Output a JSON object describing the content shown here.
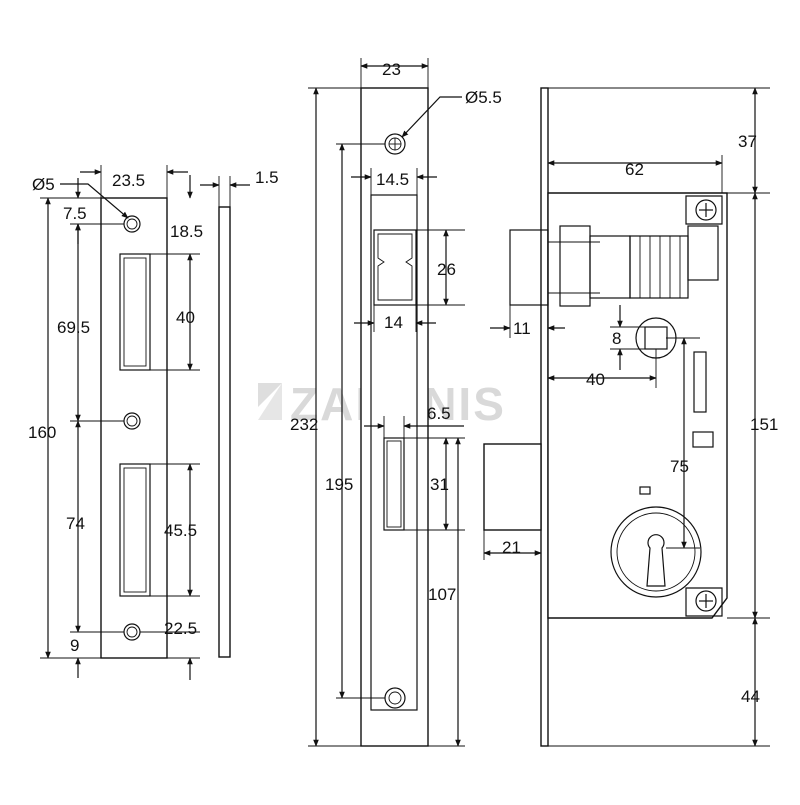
{
  "watermark": "ZALONIS",
  "strike_plate": {
    "dims": {
      "hole": "Ø5",
      "width": "23.5",
      "thickness": "1.5",
      "top_hole_offset": "7.5",
      "top_to_slot": "18.5",
      "upper_slot": "40",
      "upper_span": "69.5",
      "total_height": "160",
      "lower_span": "74",
      "lower_slot": "45.5",
      "bottom_hole_offset": "9",
      "bottom_to_slot": "22.5"
    }
  },
  "faceplate": {
    "dims": {
      "width": "23",
      "hole": "Ø5.5",
      "inner_width": "14.5",
      "latch_height": "26",
      "latch_width": "14",
      "total_height": "232",
      "hole_spacing": "195",
      "bolt_width": "6.5",
      "bolt_height": "31",
      "bolt_to_bottom": "107"
    }
  },
  "lock_body": {
    "dims": {
      "top_offset": "37",
      "body_depth": "62",
      "latch_projection": "11",
      "spindle_square": "8",
      "backset": "40",
      "body_height": "151",
      "center_distance": "75",
      "bolt_projection": "21",
      "bottom_offset": "44"
    }
  }
}
